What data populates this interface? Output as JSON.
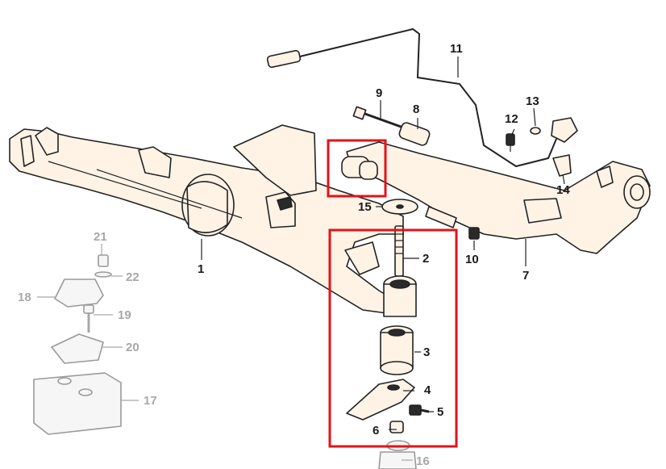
{
  "diagram": {
    "highlight_color": "#e3121a",
    "labels": {
      "p1": "1",
      "p2": "2",
      "p3": "3",
      "p4": "4",
      "p5": "5",
      "p6": "6",
      "p7": "7",
      "p8": "8",
      "p9": "9",
      "p10": "10",
      "p11": "11",
      "p12": "12",
      "p13": "13",
      "p14": "14",
      "p15": "15",
      "p16": "16",
      "p17": "17",
      "p18": "18",
      "p19": "19",
      "p20": "20",
      "p21": "21",
      "p22": "22"
    }
  }
}
